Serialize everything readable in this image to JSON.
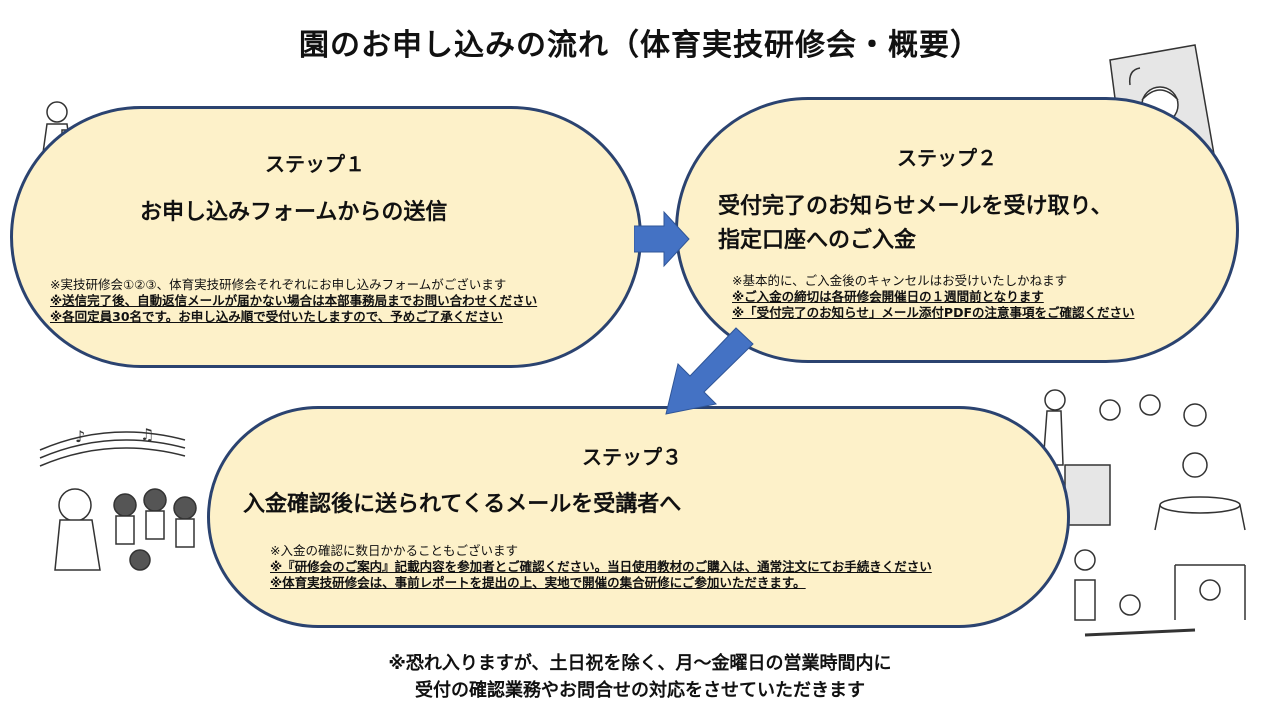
{
  "title": "園のお申し込みの流れ（体育実技研修会・概要）",
  "steps": [
    {
      "heading": "ステップ１",
      "main": [
        "お申し込みフォームからの送信"
      ],
      "notes": [
        {
          "text": "※実技研修会①②③、体育実技研修会それぞれにお申し込みフォームがございます",
          "bold": false
        },
        {
          "text": "※送信完了後、自動返信メールが届かない場合は本部事務局までお問い合わせください",
          "bold": true
        },
        {
          "text": "※各回定員30名です。お申し込み順で受付いたしますので、予めご了承ください",
          "bold": true
        }
      ]
    },
    {
      "heading": "ステップ２",
      "main": [
        "受付完了のお知らせメールを受け取り、",
        "指定口座へのご入金"
      ],
      "notes": [
        {
          "text": "※基本的に、ご入金後のキャンセルはお受けいたしかねます",
          "bold": false
        },
        {
          "text": "※ご入金の締切は各研修会開催日の１週間前となります",
          "bold": true
        },
        {
          "text": "※「受付完了のお知らせ」メール添付PDFの注意事項をご確認ください",
          "bold": true
        }
      ]
    },
    {
      "heading": "ステップ３",
      "main": [
        "入金確認後に送られてくるメールを受講者へ"
      ],
      "notes": [
        {
          "text": "※入金の確認に数日かかることもございます",
          "bold": false
        },
        {
          "text": "※『研修会のご案内』記載内容を参加者とご確認ください。当日使用教材のご購入は、通常注文にてお手続きください",
          "bold": true
        },
        {
          "text": "※体育実技研修会は、事前レポートを提出の上、実地で開催の集合研修にご参加いただきます。",
          "bold": true
        }
      ]
    }
  ],
  "footer": [
    "※恐れ入りますが、土日祝を除く、月～金曜日の営業時間内に",
    "受付の確認業務やお問合せの対応をさせていただきます"
  ],
  "colors": {
    "pill_fill": "#fdf1c9",
    "pill_border": "#2b4370",
    "arrow": "#4472c4"
  }
}
